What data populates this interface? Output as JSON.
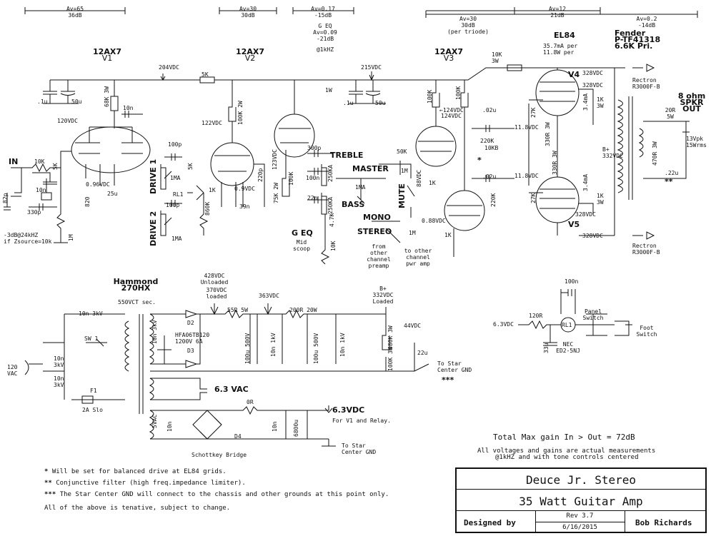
{
  "gain_bars": {
    "v1": [
      "Av=65",
      "36dB"
    ],
    "v2": [
      "Av=30",
      "30dB"
    ],
    "geq_gain": [
      "Av=0.17",
      "-15dB"
    ],
    "geq_note": [
      "G EQ",
      "Av=0.09",
      "-21dB",
      "@1kHZ"
    ],
    "v3": [
      "Av=30",
      "30dB",
      "(per triode)"
    ],
    "pi": [
      "Av=12",
      "21dB"
    ],
    "out": [
      "Av=0.2",
      "-14dB"
    ]
  },
  "tubes": {
    "v1": [
      "12AX7",
      "V1"
    ],
    "v2": [
      "12AX7",
      "V2"
    ],
    "v3": [
      "12AX7",
      "V3"
    ],
    "el84": [
      "EL84",
      "35.7mA per",
      "11.8W per"
    ],
    "v4": "V4",
    "v5": "V5"
  },
  "transformer_out": [
    "Fender",
    "P-TF41318",
    "6.6K Pri."
  ],
  "speaker": [
    "8 ohm",
    "SPKR",
    "OUT"
  ],
  "voltages": {
    "v204": "204VDC",
    "v215": "215VDC",
    "v120": "120VDC",
    "v122": "122VDC",
    "v0_96": "0.96VDC",
    "v0_9": "0.9VDC",
    "v123": "123VDC",
    "v124a": "←124VDC",
    "v124b": "124VDC",
    "v11_8a": "11.8VDC",
    "v11_8b": "11.8VDC",
    "v88": "88VDC",
    "v0_88": "0.88VDC",
    "v328a": "328VDC",
    "v328b": "328VDC",
    "v328c": "328VDC",
    "v328d": "328VDC",
    "bplus": [
      "B+",
      "332VDC"
    ],
    "v13vpk": [
      "13Vpk",
      "15Wrms"
    ]
  },
  "components": {
    "r5k_top": "5K",
    "c50u_a": "50u",
    "c1u_a": ".1u",
    "r68k": "68K 3W",
    "c10n_a": "10n",
    "w1": "1W",
    "c50u_b": "50u",
    "c1u_b": ".1u",
    "r100k_2w": "100K 2W",
    "r10k3w": "10K",
    "r10k3w_b": "3W",
    "r100k_a": "100K",
    "r100k_b": "100K",
    "in": "IN",
    "r10k_in": "10K",
    "c10n_in": "10n",
    "r5k_in": "5K",
    "c82p": "82p",
    "c330p": "330p",
    "r1m_in": "1M",
    "r820": "820",
    "c25u": "25u",
    "c100p_a": "100p",
    "r1ma_a": "1MA",
    "r5k_d": "5K",
    "rl1": "RL1",
    "c100p_b": "100p",
    "r1ma_b": "1MA",
    "r860k": "860K",
    "r1k_v2": "1K",
    "c39n": "39n",
    "c220p": "220p",
    "drive1": "DRIVE 1",
    "drive2": "DRIVE 2",
    "c300p": "300p",
    "treble": "TREBLE",
    "r100k_t": "100K",
    "c100n": "100n",
    "r250ka_a": "250KA",
    "c22n": "22n",
    "r250ka_b": "250KA",
    "bass": "BASS",
    "r75k": "75K 2W",
    "r4_7k": "4.7K",
    "geq": "G EQ",
    "geq_sub": [
      "Mid",
      "scoop"
    ],
    "r10k_g": "10K",
    "master": "MASTER",
    "r50k": "50K",
    "r1m_m": "1M",
    "r1ma_m": "1MA",
    "mute": "MUTE",
    "r1k_m": "1K",
    "mono": "MONO",
    "stereo": "STEREO",
    "r1m_s": "1M",
    "from_other": [
      "from",
      "other",
      "channel",
      "preamp"
    ],
    "to_other": [
      "to other",
      "channel",
      "pwr amp"
    ],
    "c02u_a": ".02u",
    "r220k_a": "220K",
    "r10kb": "10KB",
    "c02u_b": ".02u",
    "r220k_b": "220K",
    "r27k_a": "27K",
    "r27k_b": "27K",
    "r330r_a": "330R 3W",
    "r330r_b": "330R 3W",
    "r1k3w_a": [
      "1K",
      "3W"
    ],
    "r1k3w_b": [
      "1K",
      "3W"
    ],
    "ma_a": "3.4mA",
    "ma_b": "3.4mA",
    "r1k_pi": "1K",
    "r20r": [
      "20R",
      "5W"
    ],
    "r470r": "470R 3W",
    "c22u_s": ".22u",
    "rectron_a": [
      "Rectron",
      "R3000F-B"
    ],
    "rectron_b": [
      "Rectron",
      "R3000F-B"
    ],
    "star": "*",
    "dstar": "**",
    "tstar": "***"
  },
  "power_supply": {
    "hammond": [
      "Hammond",
      "270HX"
    ],
    "sec": "550VCT sec.",
    "v428": [
      "428VDC",
      "Unloaded"
    ],
    "v370": [
      "370VDC",
      "loaded"
    ],
    "v363": "363VDC",
    "r55r": "55R 5W",
    "r200r": "200R 20W",
    "bplus": [
      "B+",
      "332VDC",
      "Loaded"
    ],
    "v44": "44VDC",
    "c10n3kv": "10n 3kV",
    "sw1": "SW 1",
    "c10n_1kv_a": [
      "10n",
      "3kV"
    ],
    "d2": "D2",
    "hfa": [
      "HFA06TB120",
      "1200V 6A"
    ],
    "d3": "D3",
    "c100u_a": "100u 500V",
    "c10n_1kv_b": "10n 1kV",
    "c100u_b": "100u 500V",
    "c10n_1kv_c": "10n 1kV",
    "r680k": "680K 3W",
    "r100k_ps": "100K 3W",
    "c22u": "22u",
    "star_gnd": [
      "To Star",
      "Center GND"
    ],
    "v120vac": [
      "120",
      "VAC"
    ],
    "c10n_x": [
      "10n",
      "3kV"
    ],
    "c10n_y": [
      "10n",
      "3kV"
    ],
    "f1": "F1",
    "fuse": "2A Slo",
    "v6_3vac": "6.3 VAC",
    "v5vac": "5VAC",
    "c10n_5": "10n",
    "r0r": "0R",
    "v6_3vdc": "6.3VDC",
    "v6_3note": "For V1 and Relay.",
    "d4": "D4",
    "c10n_6": "10n",
    "c6800u": "6800u",
    "schottky": "Schottkey Bridge",
    "to_star2": [
      "To Star",
      "Center GND"
    ]
  },
  "relay": {
    "c100n": "100n",
    "v6_3": "6.3VDC",
    "r120r": "120R",
    "rl1": "RL1",
    "panel": [
      "Panel",
      "Switch"
    ],
    "foot": [
      "Foot",
      "Switch"
    ],
    "c33u": "33u",
    "nec": [
      "NEC",
      "ED2-5NJ"
    ]
  },
  "notes": {
    "n1": "Will be set for balanced drive at EL84 grids.",
    "n2": "Conjunctive filter (high freq.impedance limiter).",
    "n3": "The Star Center GND will connect to the chassis and other grounds at this point only.",
    "n4": "All of the above is tenative, subject to change.",
    "input_note": [
      "-3dB@24kHZ",
      "if Zsource=10k"
    ]
  },
  "gain_total": "Total Max gain In > Out = 72dB",
  "measure_note": [
    "All voltages and gains are actual measurements",
    "@1kHZ and with tone controls centered"
  ],
  "title_block": {
    "title1": "Deuce Jr. Stereo",
    "title2": "35 Watt Guitar Amp",
    "designed_by": "Designed by",
    "rev": "Rev 3.7",
    "date": "6/16/2015",
    "author": "Bob Richards"
  }
}
